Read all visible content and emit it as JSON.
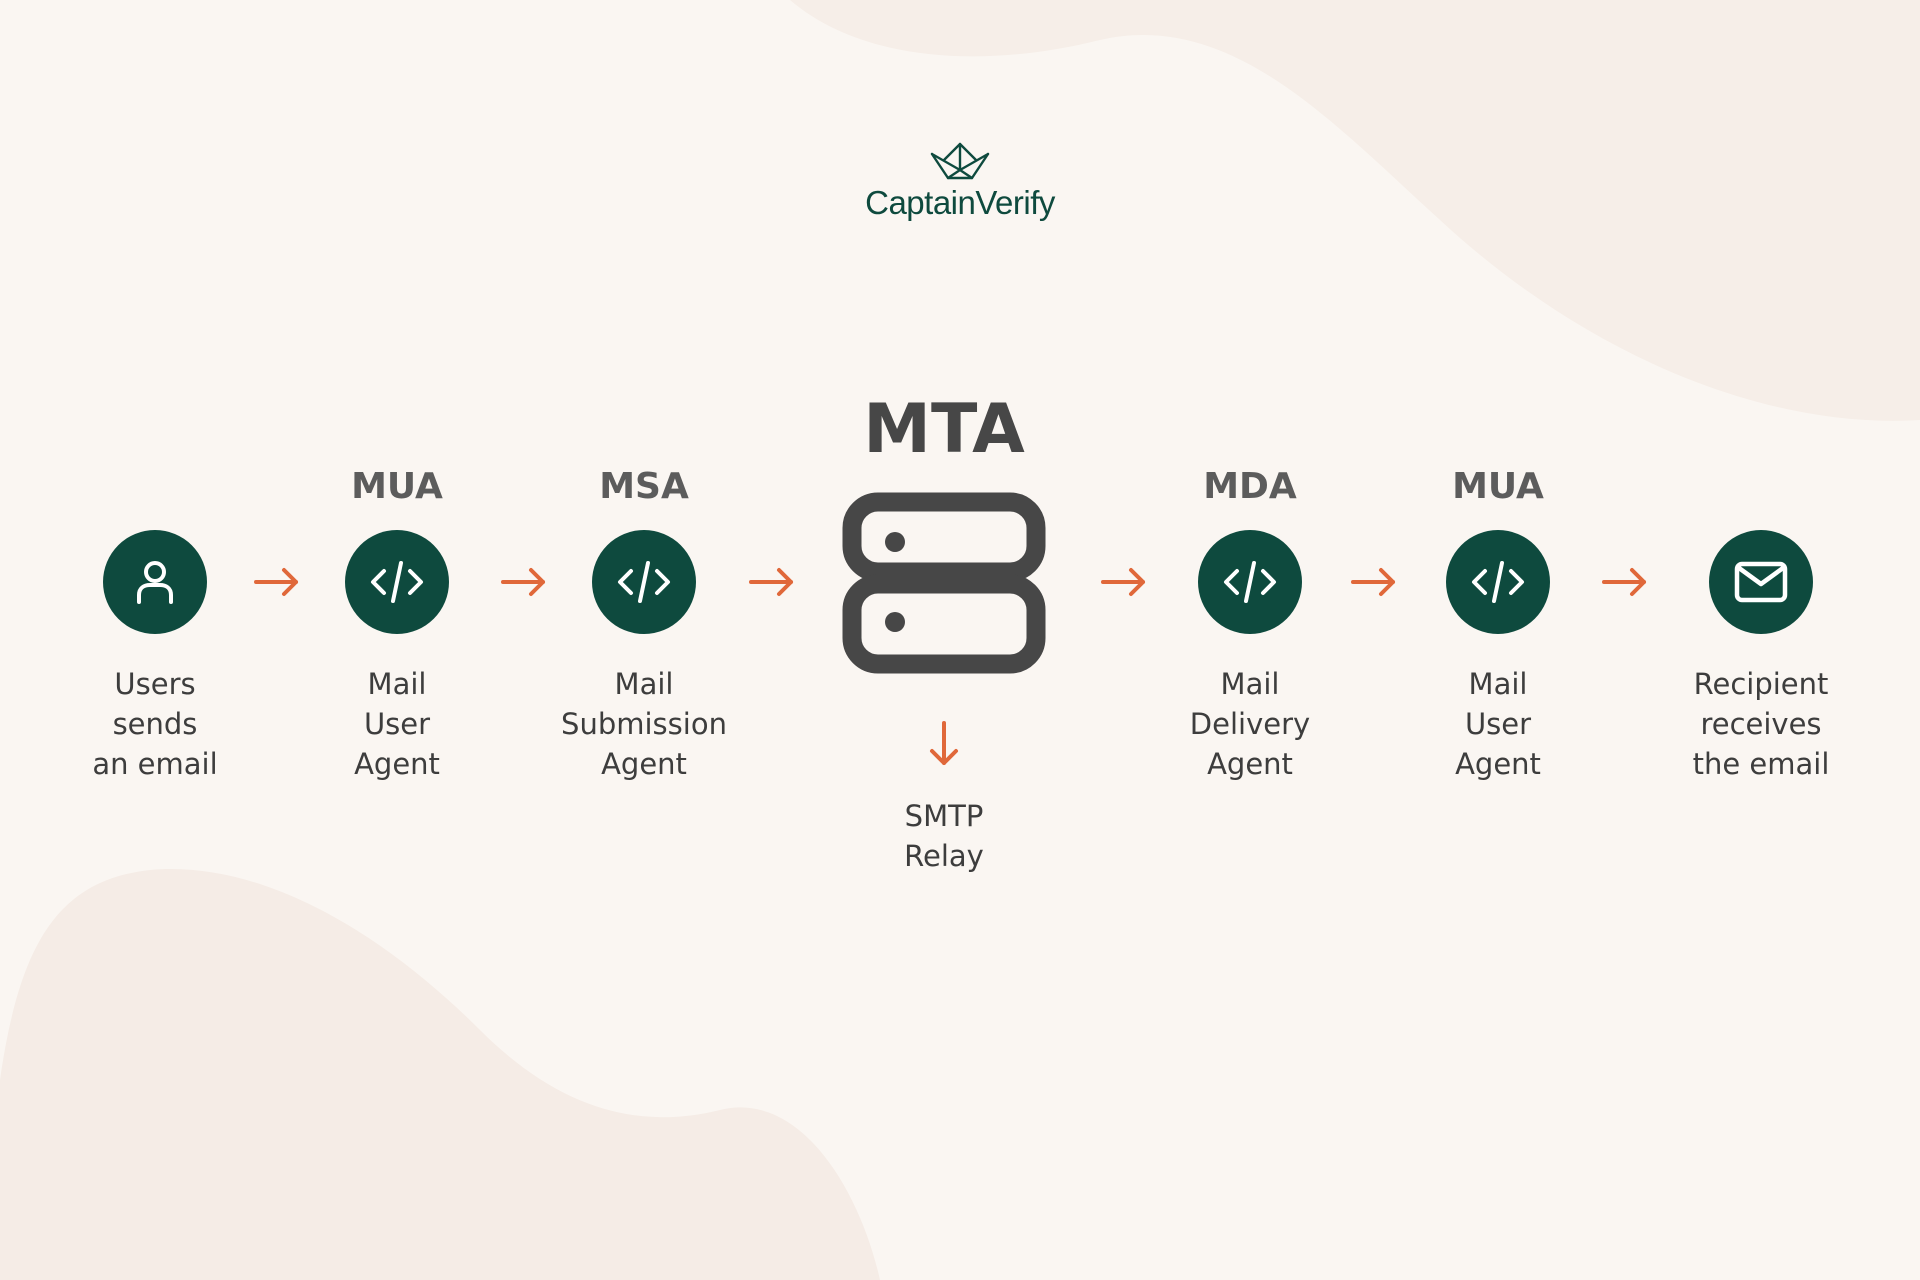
{
  "brand": {
    "name": "CaptainVerify",
    "icon": "paper-boat-icon",
    "color": "#0e4a3e"
  },
  "colors": {
    "node": "#0e4a3e",
    "arrow": "#e0683a",
    "server": "#474747",
    "background": "#faf6f2"
  },
  "mta": {
    "title": "MTA",
    "icon": "server-icon"
  },
  "relay": {
    "lines": [
      "SMTP",
      "Relay"
    ]
  },
  "steps": [
    {
      "abbr": "",
      "icon": "user-icon",
      "lines": [
        "Users",
        "sends",
        "an email"
      ]
    },
    {
      "abbr": "MUA",
      "icon": "code-icon",
      "lines": [
        "Mail",
        "User",
        "Agent"
      ]
    },
    {
      "abbr": "MSA",
      "icon": "code-icon",
      "lines": [
        "Mail",
        "Submission",
        "Agent"
      ]
    },
    {
      "abbr": "MDA",
      "icon": "code-icon",
      "lines": [
        "Mail",
        "Delivery",
        "Agent"
      ]
    },
    {
      "abbr": "MUA",
      "icon": "code-icon",
      "lines": [
        "Mail",
        "User",
        "Agent"
      ]
    },
    {
      "abbr": "",
      "icon": "mail-icon",
      "lines": [
        "Recipient",
        "receives",
        "the email"
      ]
    }
  ]
}
